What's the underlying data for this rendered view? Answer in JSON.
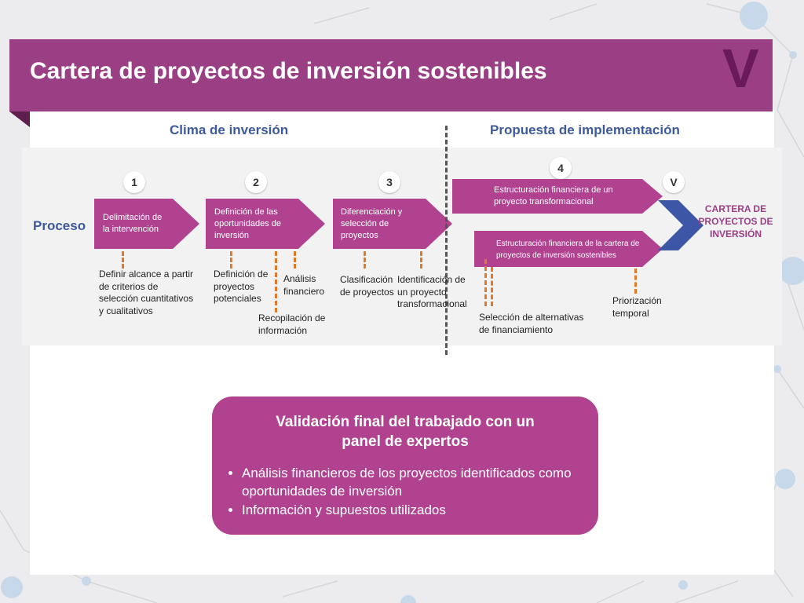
{
  "header": {
    "title": "Cartera de proyectos de inversión sostenibles",
    "section_roman": "V"
  },
  "phases": {
    "left": "Clima de inversión",
    "right": "Propuesta de implementación"
  },
  "process_label": "Proceso",
  "steps": [
    {
      "number": "1",
      "label": "Delimitación de la intervención"
    },
    {
      "number": "2",
      "label": "Definición de las oportunidades de inversión"
    },
    {
      "number": "3",
      "label": "Diferenciación y selección de proyectos"
    },
    {
      "number": "4",
      "label_a": "Estructuración financiera de un proyecto transformacional",
      "label_b": "Estructuración financiera de la cartera de proyectos de inversión sostenibles"
    }
  ],
  "final_step": {
    "number": "V",
    "label": "CARTERA DE PROYECTOS DE INVERSIÓN"
  },
  "notes": {
    "n1": "Definir alcance a partir de criterios  de selección cuantitativos y cualitativos",
    "n2a": "Definición de proyectos potenciales",
    "n2b": "Análisis financiero",
    "n2c": "Recopilación de información",
    "n3a": "Clasificación de proyectos",
    "n3b": "Identificación de un proyecto transformacional",
    "n4a": "Selección de alternativas de financiamiento",
    "n4b": "Priorización temporal"
  },
  "callout": {
    "title": "Validación final del trabajado con un panel de expertos",
    "bullets": [
      "Análisis financieros de los proyectos identificados como oportunidades de inversión",
      "Información y supuestos utilizados"
    ]
  },
  "colors": {
    "brand_purple": "#9b3f85",
    "chevron_magenta": "#b0428f",
    "phase_blue": "#3e5a9c",
    "connector_orange": "#e07a2a",
    "final_chevron_blue": "#3d56a6"
  }
}
